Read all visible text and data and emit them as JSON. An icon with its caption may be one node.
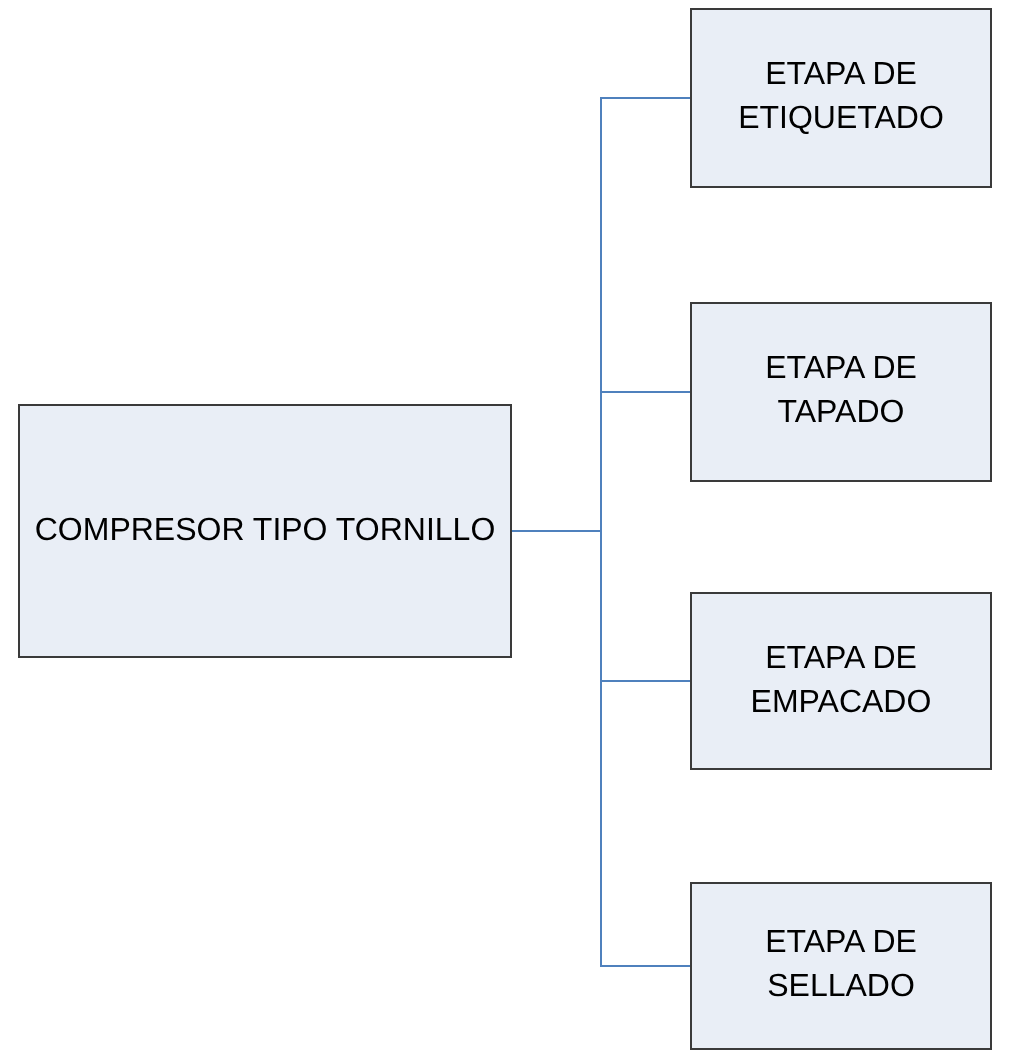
{
  "diagram": {
    "nodes": [
      {
        "text": [
          "COMPRESOR TIPO TORNILLO"
        ]
      },
      {
        "text": [
          "ETAPA DE ETIQUETADO"
        ]
      },
      {
        "text": [
          "ETAPA DE TAPADO"
        ]
      },
      {
        "text": [
          "ETAPA DE EMPACADO"
        ]
      },
      {
        "text": [
          "ETAPA DE SELLADO"
        ]
      }
    ],
    "edges": [
      {
        "from": 0,
        "to": 1,
        "arrow": "none"
      },
      {
        "from": 0,
        "to": 2,
        "arrow": "none"
      },
      {
        "from": 0,
        "to": 3,
        "arrow": "none"
      },
      {
        "from": 0,
        "to": 4,
        "arrow": "none"
      }
    ]
  }
}
